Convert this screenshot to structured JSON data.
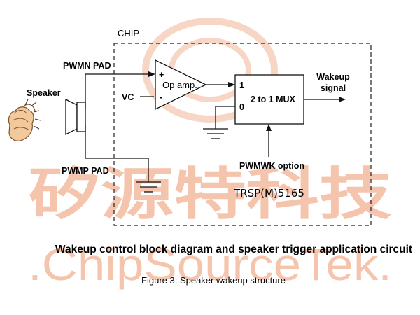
{
  "watermark": {
    "chinese_text": "矽源特科技",
    "english_text": ".ChipSourceTek.",
    "color": "#f5c4ad"
  },
  "diagram": {
    "chip_label": "CHIP",
    "pwmn_pad": "PWMN PAD",
    "pwmp_pad": "PWMP PAD",
    "speaker_label": "Speaker",
    "vc_label": "VC",
    "opamp_label": "Op amp.",
    "opamp_plus": "+",
    "opamp_minus": "-",
    "mux_label": "2 to 1 MUX",
    "mux_in1": "1",
    "mux_in0": "0",
    "wakeup_line1": "Wakeup",
    "wakeup_line2": "signal",
    "pwmwk_label": "PWMWK option",
    "model_label": "TRSP(M)5165",
    "line_color": "#111111"
  },
  "captions": {
    "title": "Wakeup control block diagram and speaker trigger application circuit",
    "figure": "Figure 3: Speaker wakeup structure"
  },
  "icons": {
    "hand": "clapping-hand-icon",
    "speaker": "speaker-icon",
    "ground": "ground-icon",
    "arrow": "arrow-icon"
  }
}
